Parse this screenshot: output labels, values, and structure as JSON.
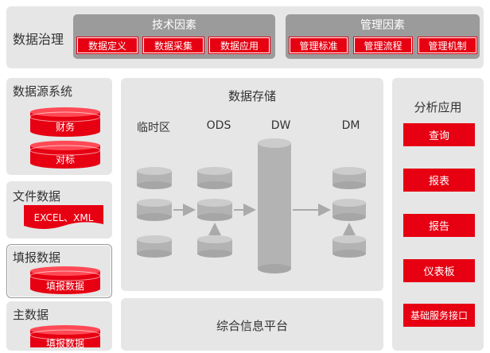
{
  "governance": {
    "title": "数据治理",
    "tech": {
      "title": "技术因素",
      "items": [
        "数据定义",
        "数据采集",
        "数据应用"
      ]
    },
    "mgmt": {
      "title": "管理因素",
      "items": [
        "管理标准",
        "管理流程",
        "管理机制"
      ]
    }
  },
  "sources": {
    "source_system": {
      "title": "数据源系统",
      "items": [
        "财务",
        "对标"
      ]
    },
    "file_data": {
      "title": "文件数据",
      "doc_label": "EXCEL、XML"
    },
    "fill_data": {
      "title": "填报数据",
      "item": "填报数据"
    },
    "master_data": {
      "title": "主数据",
      "item": "填报数据"
    }
  },
  "storage": {
    "title": "数据存储",
    "layers": [
      "临时区",
      "ODS",
      "DW",
      "DM"
    ]
  },
  "platform": {
    "title": "综合信息平台"
  },
  "analysis": {
    "title": "分析应用",
    "items": [
      "查询",
      "报表",
      "报告",
      "仪表板",
      "基础服务接口"
    ]
  },
  "colors": {
    "accent": "#e60012",
    "panel": "#e6e6e6",
    "cylinder": "#b3b3b3"
  }
}
